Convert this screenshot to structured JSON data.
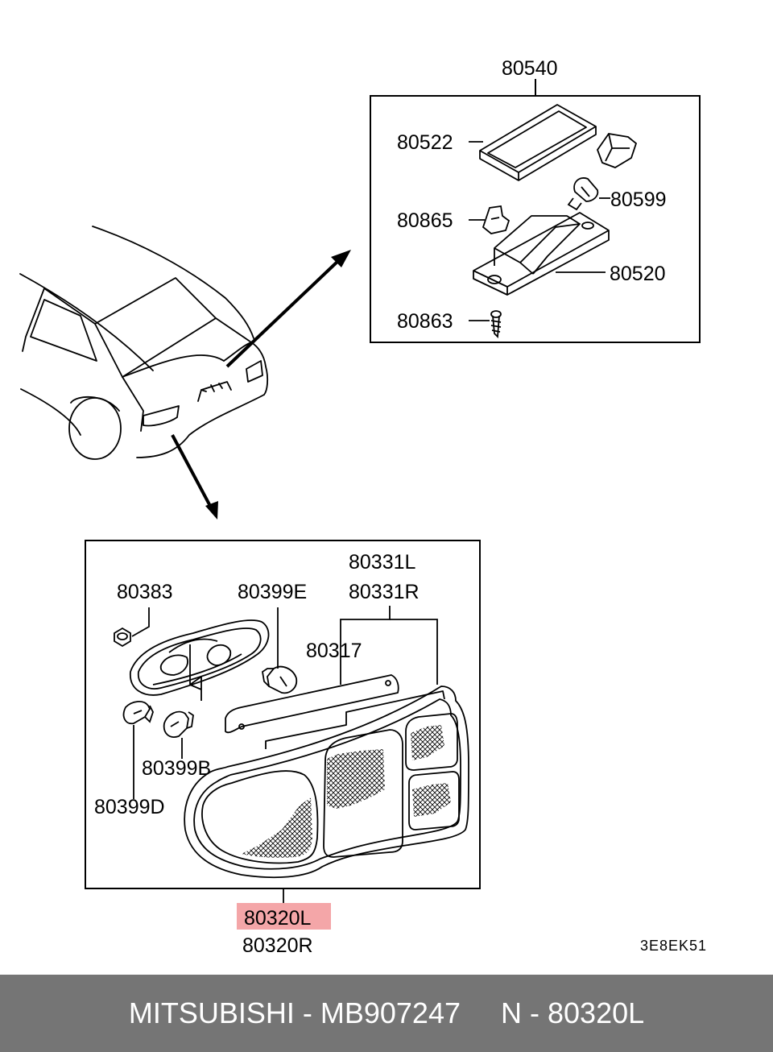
{
  "diagram": {
    "upper_group": {
      "assembly_label": "80540",
      "parts": [
        "80522",
        "80599",
        "80865",
        "80520",
        "80863"
      ]
    },
    "lower_group": {
      "parts": [
        "80383",
        "80399E",
        "80331L",
        "80331R",
        "80317",
        "80399B",
        "80399D"
      ],
      "assembly_labels": [
        "80320L",
        "80320R"
      ],
      "highlighted": "80320L",
      "highlight_color": "#f4a6a8"
    },
    "diagram_code": "3E8EK51"
  },
  "footer": {
    "brand": "MITSUBISHI",
    "part_number": "MB907247",
    "ref": "N - 80320L",
    "background": "#757575"
  }
}
